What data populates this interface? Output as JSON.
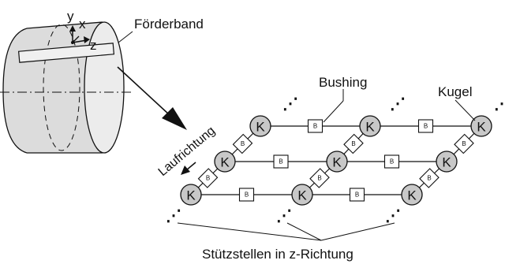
{
  "labels": {
    "belt": "Förderband",
    "bushing": "Bushing",
    "ball": "Kugel",
    "direction": "Laufrichtung",
    "support": "Stützstellen in z-Richtung",
    "axis_y": "y",
    "axis_x": "x",
    "axis_z": "z"
  },
  "node_letter": "K",
  "bushing_letter": "B",
  "ellipsis": "⋰",
  "colors": {
    "line": "#111111",
    "ball_fill": "#c8c8c8",
    "cylinder_fill": "#dcdcdc",
    "bushing_fill": "#ffffff"
  }
}
